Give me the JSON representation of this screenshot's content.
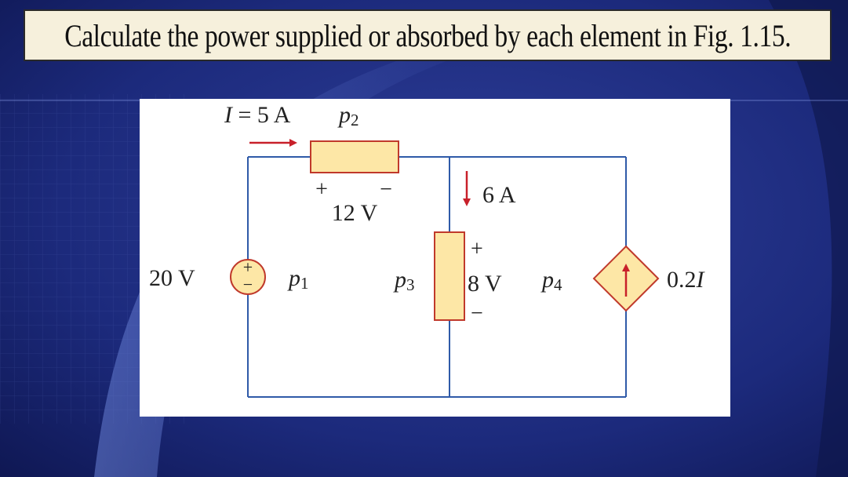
{
  "title": "Calculate the power supplied or absorbed by each element in Fig. 1.15.",
  "circuit": {
    "current_label_i": "I",
    "current_label_rest": " = 5 A",
    "p1": {
      "letter": "p",
      "sub": "1"
    },
    "p2": {
      "letter": "p",
      "sub": "2"
    },
    "p3": {
      "letter": "p",
      "sub": "3"
    },
    "p4": {
      "letter": "p",
      "sub": "4"
    },
    "plus": "+",
    "minus": "−",
    "v12": "12 V",
    "i6": "6 A",
    "v8": "8 V",
    "v20": "20 V",
    "dep_coef": "0.2",
    "dep_var": "I"
  },
  "colors": {
    "background": "#1b2a7a",
    "wire": "#2f5aa8",
    "element_fill": "#fde7a6",
    "element_stroke": "#c0392b",
    "arrow": "#c8202a",
    "title_bg": "#f6f0dc"
  }
}
